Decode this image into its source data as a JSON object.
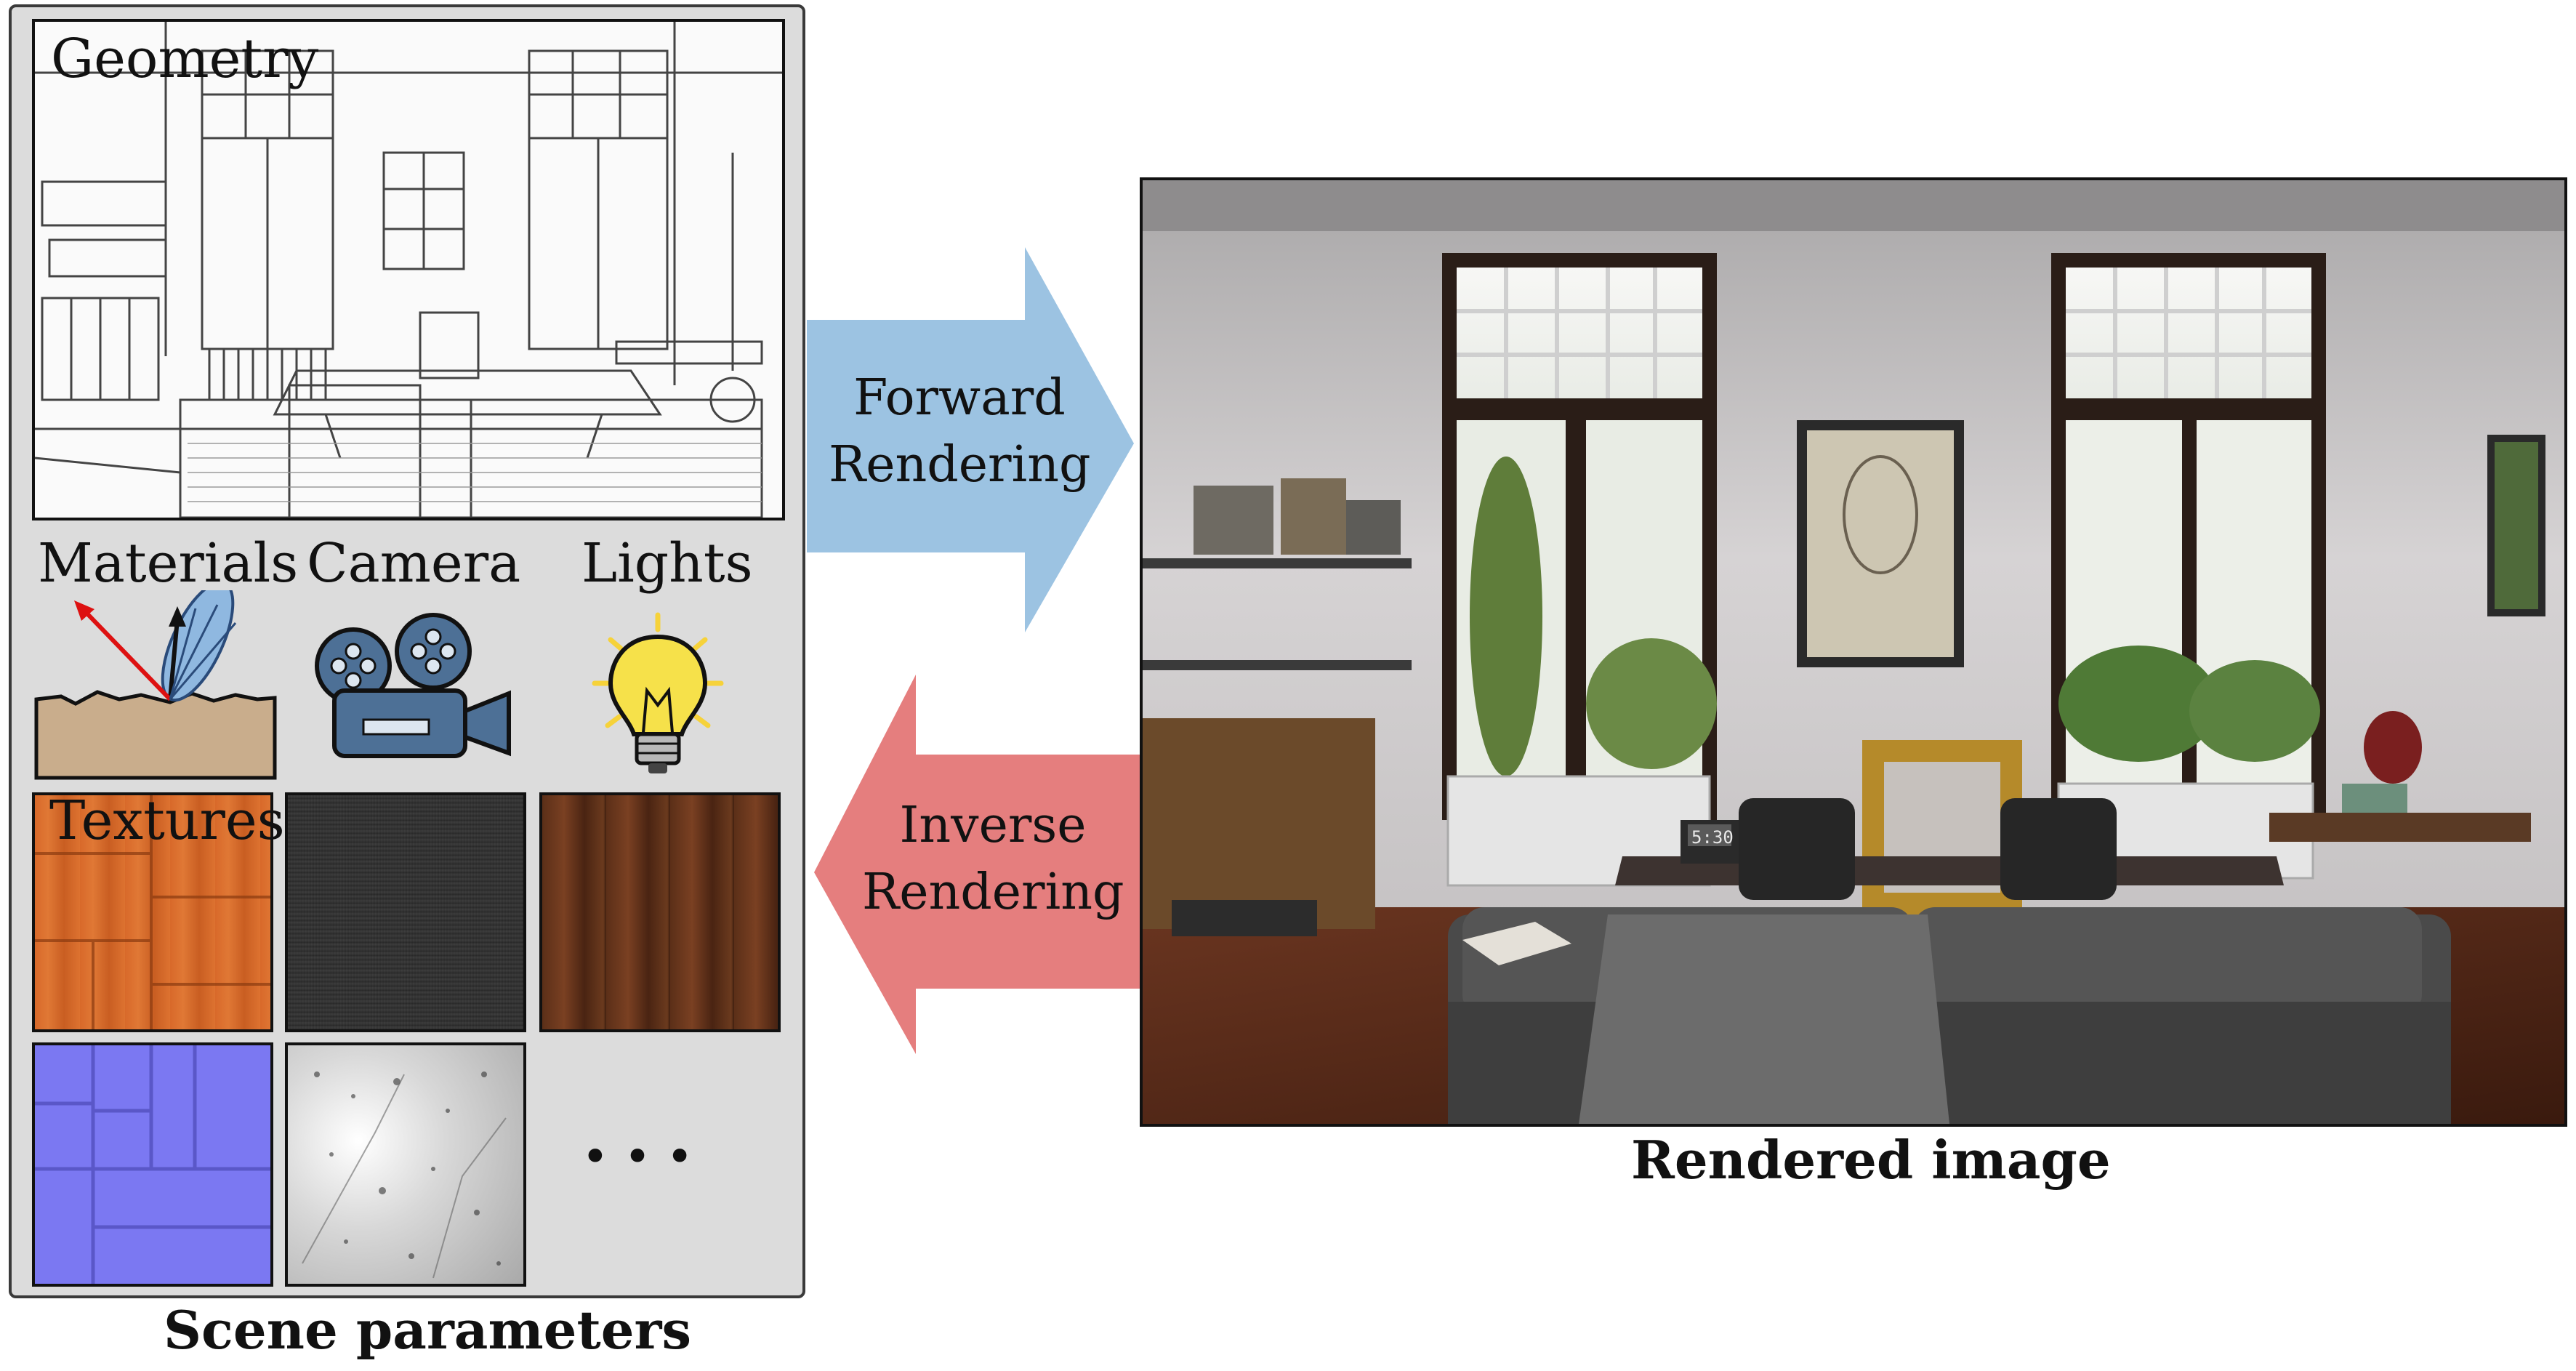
{
  "scene_parameters": {
    "geometry_label": "Geometry",
    "materials_label": "Materials",
    "camera_label": "Camera",
    "lights_label": "Lights",
    "textures_label": "Textures",
    "ellipsis": "• • •",
    "caption": "Scene parameters"
  },
  "arrows": {
    "forward_line1": "Forward",
    "forward_line2": "Rendering",
    "inverse_line1": "Inverse",
    "inverse_line2": "Rendering",
    "forward_color": "#9cc3e2",
    "inverse_color": "#e57e7e"
  },
  "rendered": {
    "caption": "Rendered image",
    "clock_text": "5:30"
  },
  "colors": {
    "panel_bg": "#dcdcdc",
    "wood_texture": "#d8692a",
    "normal_map": "#7b78f2",
    "camera_body": "#4d7096",
    "bulb": "#f6e14a"
  }
}
